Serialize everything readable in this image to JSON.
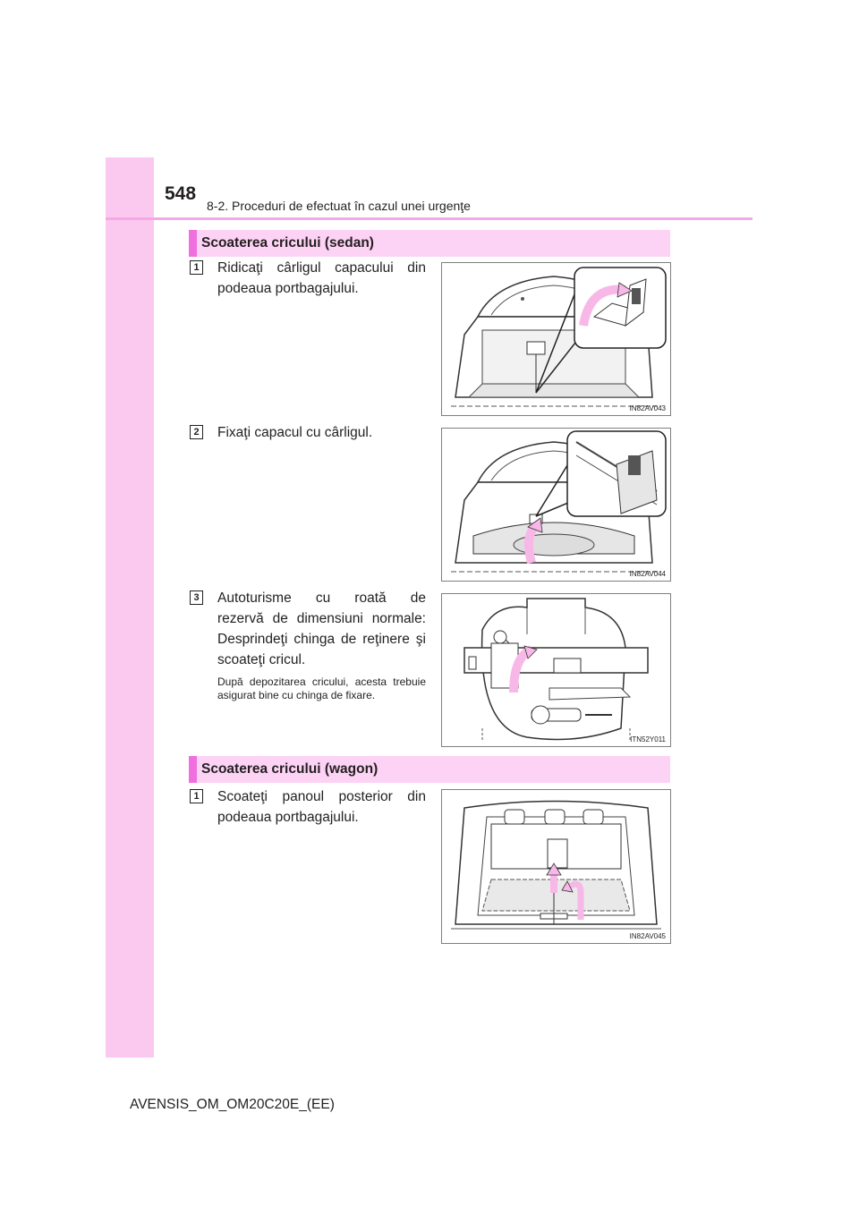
{
  "header": {
    "page_number": "548",
    "chapter": "8-2. Proceduri de efectuat în cazul unei urgenţe"
  },
  "sections": [
    {
      "title": "Scoaterea cricului (sedan)",
      "steps": [
        {
          "number": "1",
          "text": "Ridicaţi cârligul capacului din podeaua portbagajului.",
          "figure_code": "IN82AV043"
        },
        {
          "number": "2",
          "text": "Fixaţi capacul cu cârligul.",
          "figure_code": "IN82AV044"
        },
        {
          "number": "3",
          "text_line1": "Autoturisme cu roată de",
          "text_rest": "rezervă de dimensiuni normale: Desprindeţi chinga de reţinere şi scoateţi cricul.",
          "note": "După depozitarea cricului, acesta trebuie asigurat bine cu chinga de fixare.",
          "figure_code": "ITN52Y011"
        }
      ]
    },
    {
      "title": "Scoaterea cricului (wagon)",
      "steps": [
        {
          "number": "1",
          "text": "Scoateţi panoul posterior din podeaua portbagajului.",
          "figure_code": "IN82AV045"
        }
      ]
    }
  ],
  "footer": {
    "doc_id": "AVENSIS_OM_OM20C20E_(EE)"
  },
  "colors": {
    "side_bar": "#fbc8f0",
    "header_rule": "#f5a8e6",
    "section_fill": "#fdd3f5",
    "section_accent": "#ef6fde",
    "arrow_pink": "#f7b8e8"
  }
}
